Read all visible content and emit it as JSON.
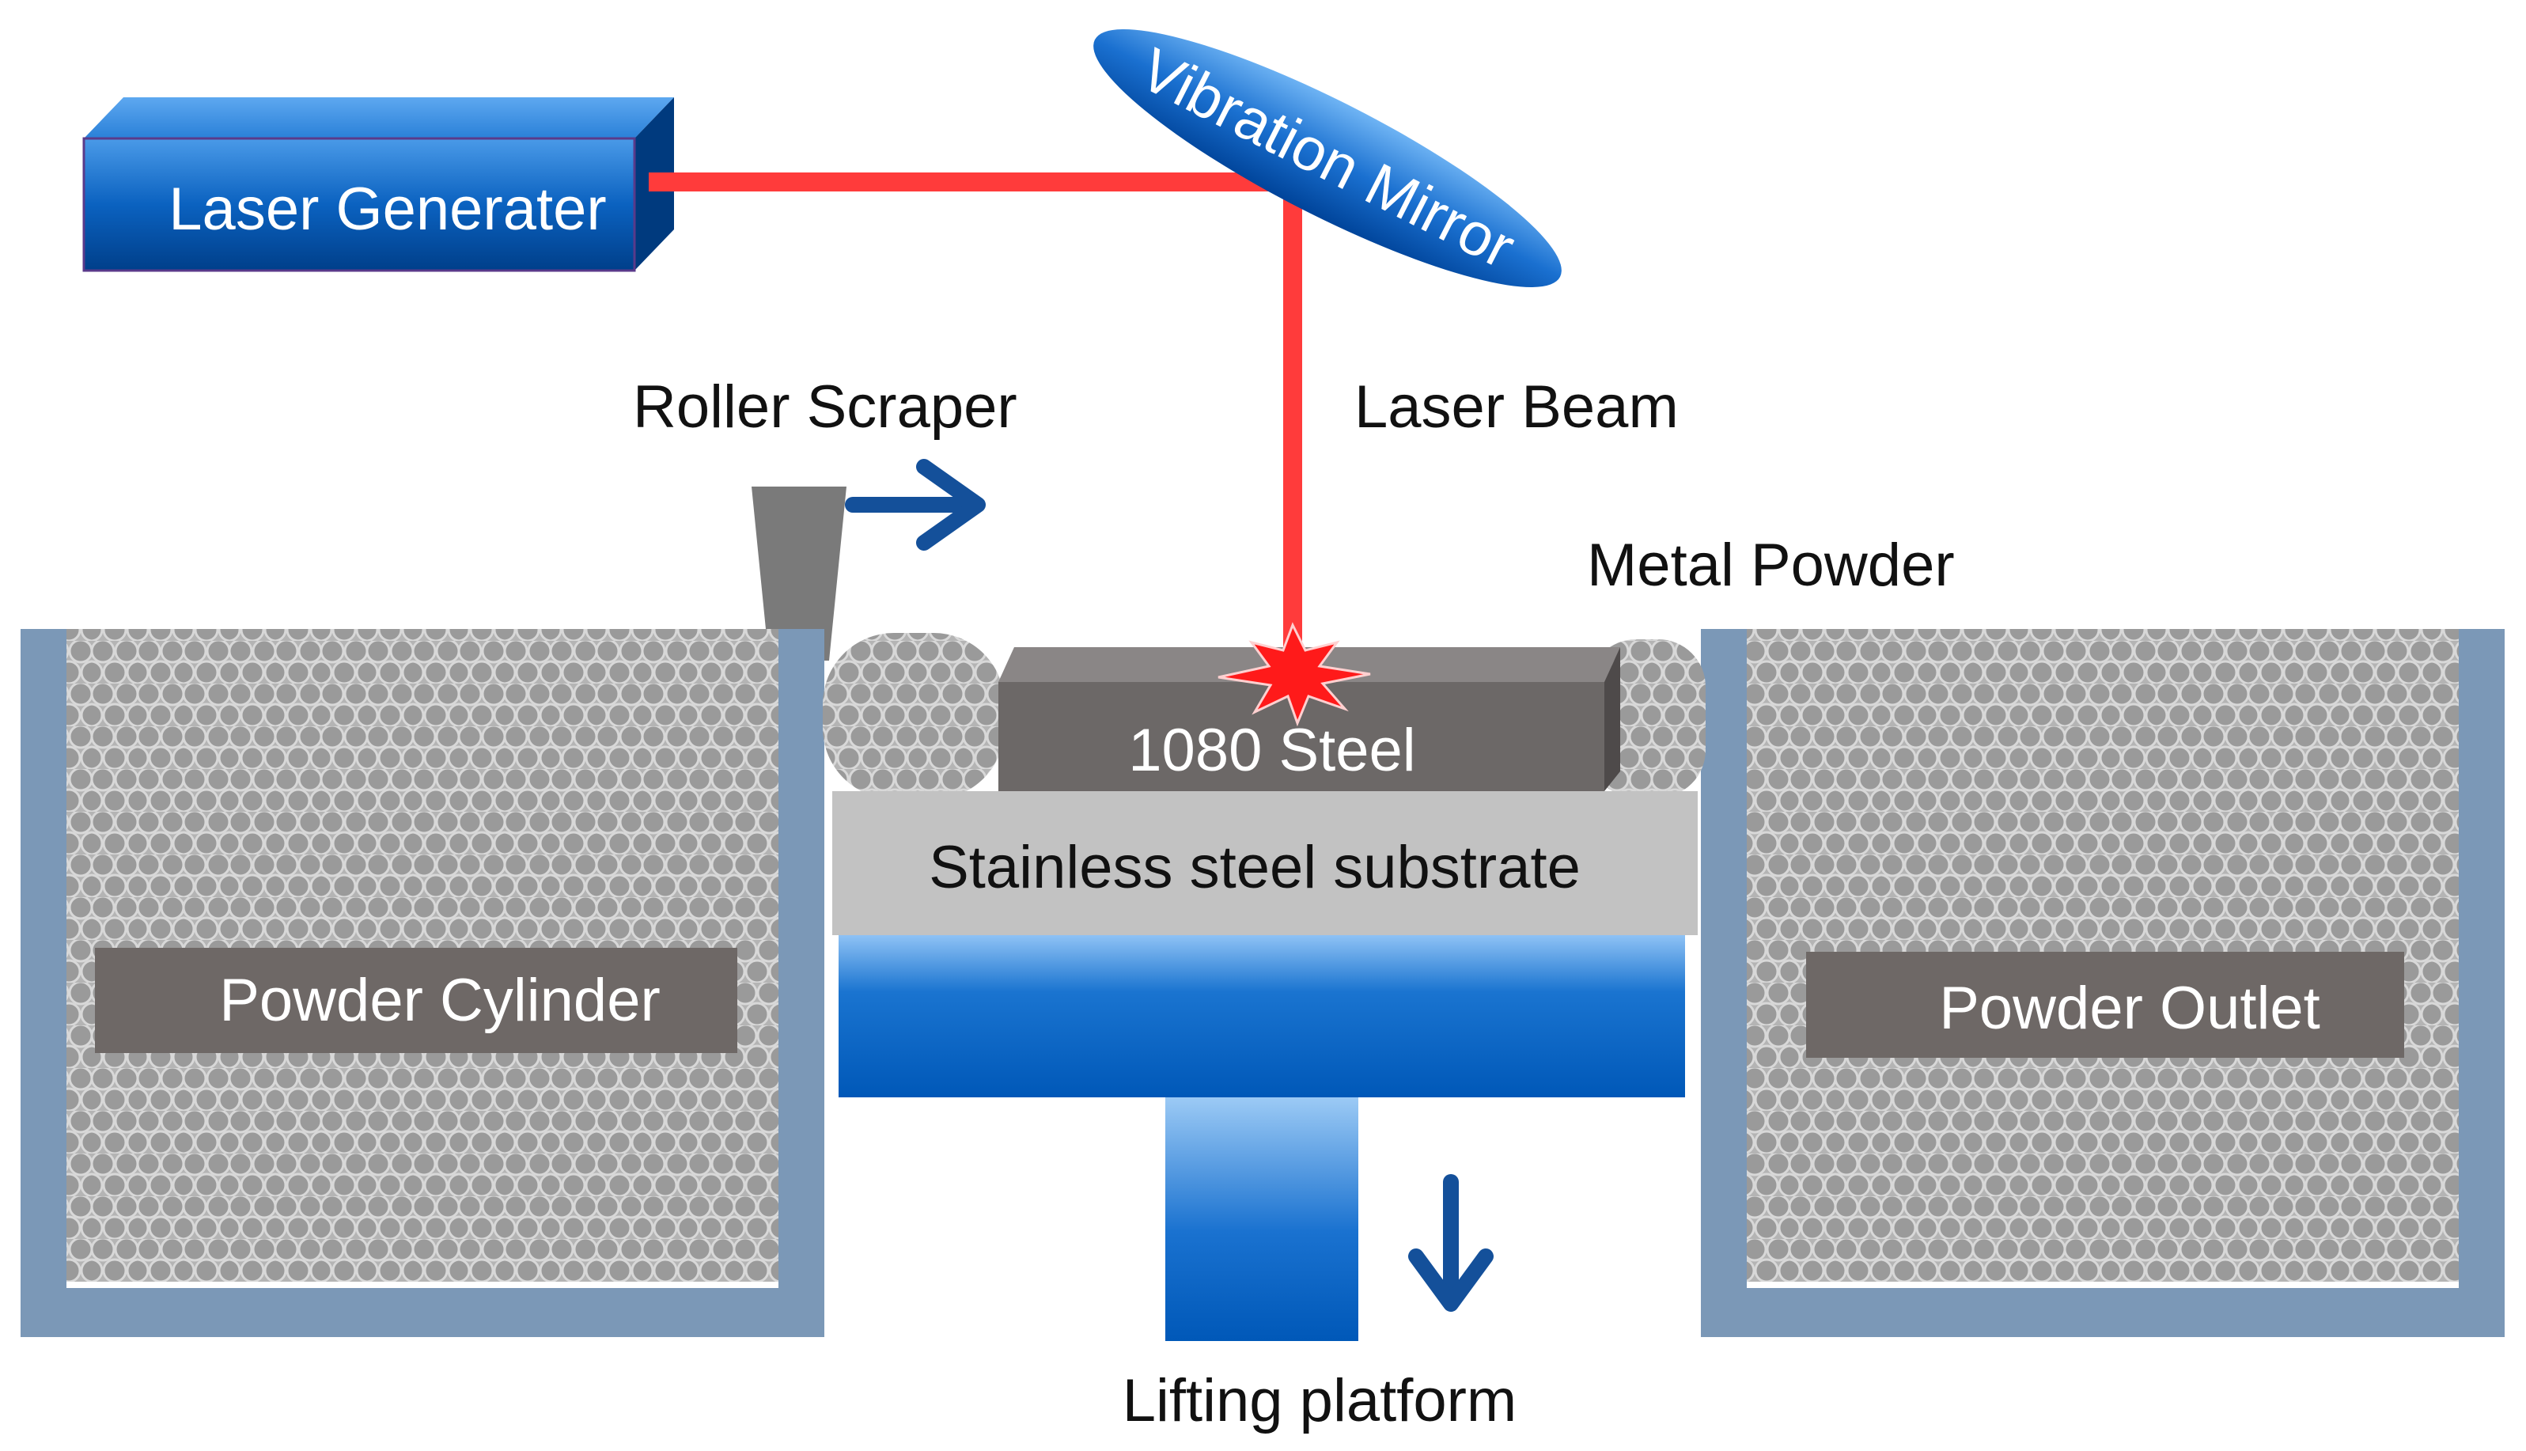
{
  "labels": {
    "laser_generator": "Laser Generater",
    "vibration_mirror": "Vibration Mirror",
    "roller_scraper": "Roller Scraper",
    "laser_beam": "Laser Beam",
    "metal_powder": "Metal Powder",
    "steel_block": "1080 Steel",
    "substrate": "Stainless steel substrate",
    "powder_cylinder": "Powder Cylinder",
    "powder_outlet": "Powder Outlet",
    "lifting_platform": "Lifting platform"
  },
  "colors": {
    "laser": "#ff3b3b",
    "blue_dark": "#0050a6",
    "blue_light": "#5aa0ea",
    "arrow": "#14509a",
    "wall": "#7b98b7",
    "powder_fill": "#9a9a9a",
    "powder_stroke": "#d8d8d8",
    "label_box": "#6e6866",
    "steel": "#6c6867",
    "substrate": "#c2c2c2",
    "scraper": "#7a7a7a"
  }
}
